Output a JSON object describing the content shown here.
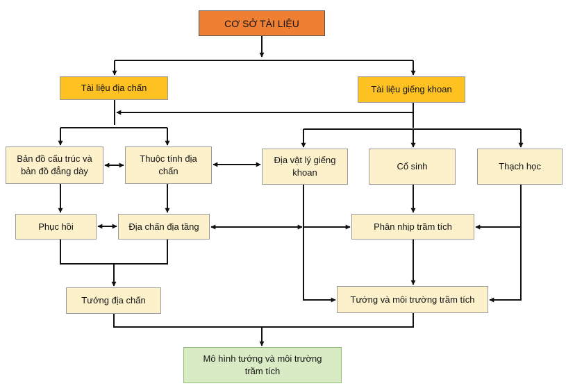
{
  "nodes": {
    "root": "CƠ SỞ TÀI LIỆU",
    "seismic_data": "Tài liệu địa chấn",
    "well_data": "Tài liệu giếng khoan",
    "structure_maps": "Bản đồ cấu trúc và\nbản đồ đẳng dày",
    "seismic_attributes": "Thuộc tính địa\nchấn",
    "well_logs": "Địa vật lý giếng\nkhoan",
    "paleontology": "Cổ sinh",
    "lithology": "Thạch học",
    "restoration": "Phục hồi",
    "seismic_stratigraphy": "Địa chấn địa tầng",
    "sediment_zonation": "Phân nhịp trầm tích",
    "seismic_facies": "Tướng địa chấn",
    "facies_environment": "Tướng và môi trường trầm tích",
    "final_model": "Mô hình tướng và môi trường\ntrầm tích"
  },
  "colors": {
    "root_fill": "#ef7f33",
    "source_fill": "#fdc121",
    "node_fill": "#fdf1cc",
    "result_fill": "#d8ebc4",
    "line": "#111111"
  }
}
